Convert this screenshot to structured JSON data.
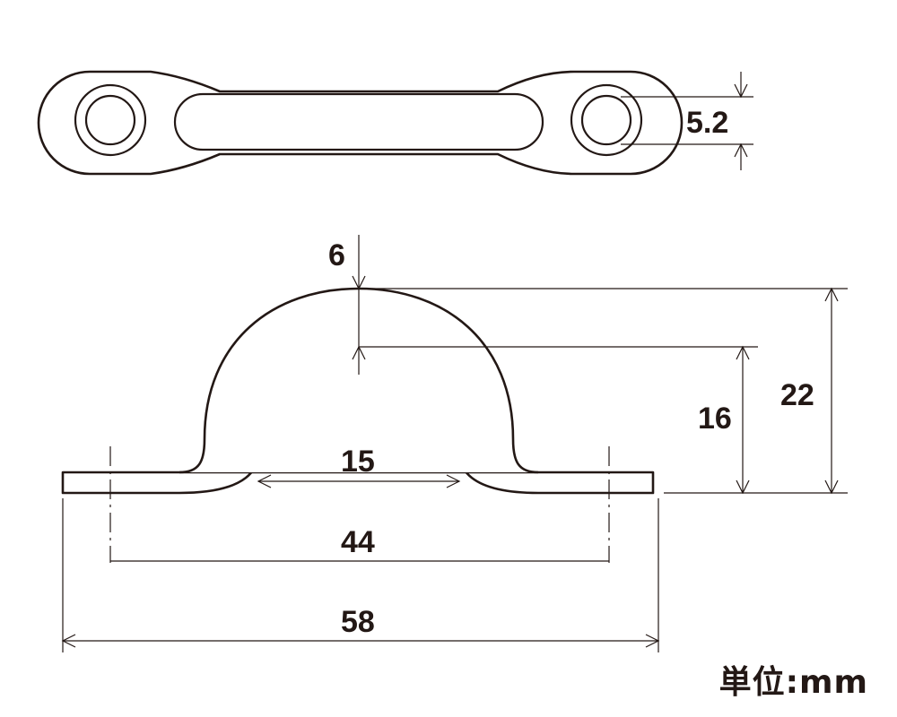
{
  "top_view": {
    "hole_dimension": "5.2"
  },
  "side_view": {
    "thickness": "6",
    "inner_height": "16",
    "overall_height": "22",
    "inner_width": "15",
    "hole_pitch": "44",
    "overall_length": "58"
  },
  "unit_note": "単位:mm"
}
